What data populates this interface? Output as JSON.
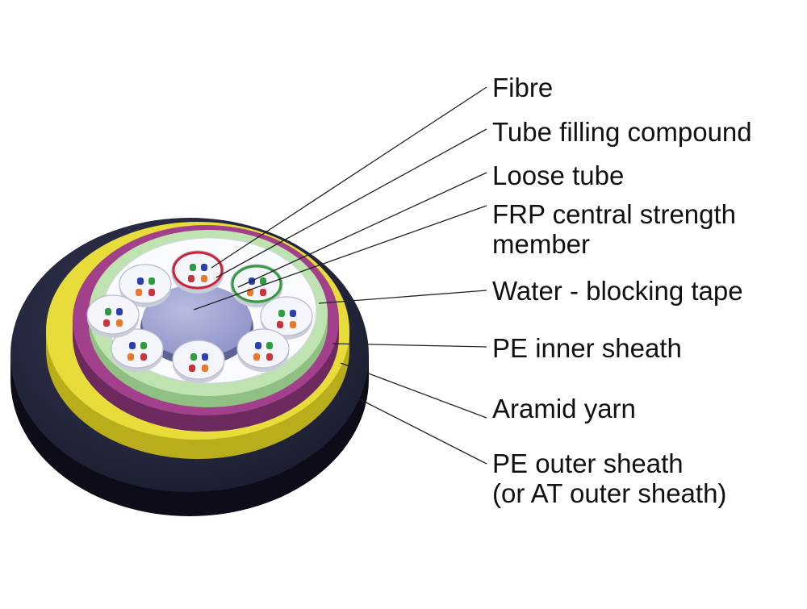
{
  "diagram": {
    "labels": [
      {
        "id": "fibre",
        "lines": [
          "Fibre"
        ]
      },
      {
        "id": "tube-filling-compound",
        "lines": [
          "Tube filling compound"
        ]
      },
      {
        "id": "loose-tube",
        "lines": [
          "Loose tube"
        ]
      },
      {
        "id": "frp-central-strength-member",
        "lines": [
          "FRP central strength",
          "member"
        ]
      },
      {
        "id": "water-blocking-tape",
        "lines": [
          "Water - blocking tape"
        ]
      },
      {
        "id": "pe-inner-sheath",
        "lines": [
          "PE inner sheath"
        ]
      },
      {
        "id": "aramid-yarn",
        "lines": [
          "Aramid yarn"
        ]
      },
      {
        "id": "pe-outer-sheath",
        "lines": [
          "PE outer sheath",
          "(or AT outer sheath)"
        ]
      }
    ],
    "colors": {
      "outer_sheath": "#1a1c2e",
      "aramid_yarn": "#e8dc3a",
      "inner_sheath": "#a3408c",
      "water_blocking_tape": "#bfe3b0",
      "loose_tube": "#f4f5fa",
      "central_member": "#8e93c8",
      "fibre_blue": "#2a3fb0",
      "fibre_green": "#2f9a3e",
      "fibre_orange": "#e8782a",
      "fibre_red": "#c9333c",
      "highlight_red": "#cc2233",
      "highlight_green": "#2e9a3a"
    }
  }
}
